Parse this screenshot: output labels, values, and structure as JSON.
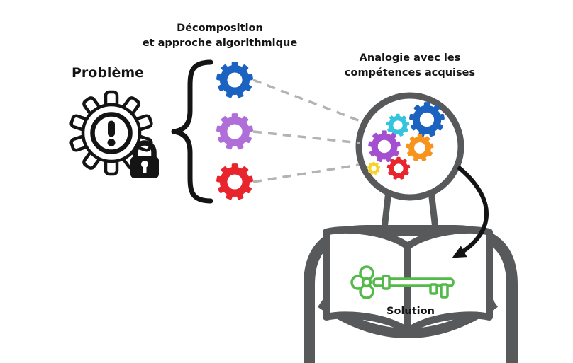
{
  "labels": {
    "decomposition_line1": "Décomposition",
    "decomposition_line2": "et approche algorithmique",
    "problem": "Problème",
    "analogy_line1": "Analogie avec les",
    "analogy_line2": "compétences acquises",
    "solution": "Solution"
  },
  "icons": {
    "problem": "gear-with-exclamation-and-padlock-icon",
    "decomposition": "three-colored-gears-icons",
    "analogy": "head-silhouette-with-gears-icon",
    "solution": "open-book-with-key-icon",
    "transfer": "curved-arrow-icon",
    "grouping": "curly-brace",
    "links": "dashed-connector-lines"
  },
  "colors": {
    "ink": "#141414",
    "body_gray": "#58595b",
    "connector_gray": "#b3b3b3",
    "key_green": "#53b948",
    "gear_blue": "#1b62c1",
    "gear_purple": "#b06fd8",
    "gear_red": "#e8252d",
    "head_gear_cyan": "#35c4dc",
    "head_gear_blue": "#1b62c1",
    "head_gear_purple": "#a44fd0",
    "head_gear_orange": "#f7941e",
    "head_gear_red": "#e8252d",
    "head_gear_yellow": "#f5d327"
  }
}
